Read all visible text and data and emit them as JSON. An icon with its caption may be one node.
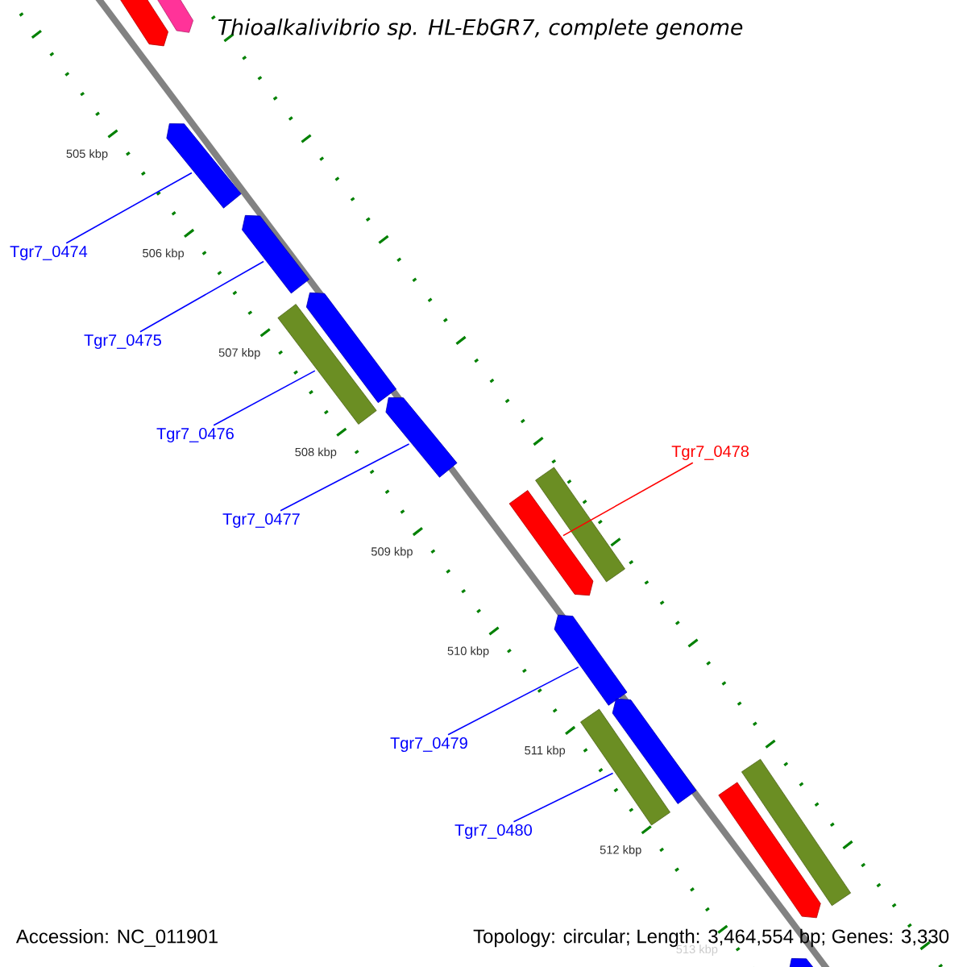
{
  "diagram": {
    "title": "Thioalkalivibrio sp. HL-EbGR7, complete genome",
    "nodes": [
      {
        "text": [
          "Tgr7_0474"
        ]
      },
      {
        "text": [
          "Tgr7_0475"
        ]
      },
      {
        "text": [
          "Tgr7_0476"
        ]
      },
      {
        "text": [
          "Tgr7_0478"
        ]
      },
      {
        "text": [
          "Tgr7_0477"
        ]
      },
      {
        "text": [
          "Tgr7_0479"
        ]
      },
      {
        "text": [
          "Tgr7_0480"
        ]
      },
      {
        "text": [],
        "shape": "arrow"
      },
      {
        "text": [],
        "shape": "arrow"
      },
      {
        "text": [],
        "shape": "arrow"
      },
      {
        "text": [],
        "shape": "arrow"
      },
      {
        "text": [],
        "shape": "arrow"
      },
      {
        "text": [],
        "shape": "bar"
      },
      {
        "text": [],
        "shape": "arrow"
      },
      {
        "text": [],
        "shape": "bar"
      },
      {
        "text": [],
        "shape": "arrow"
      },
      {
        "text": [],
        "shape": "arrow"
      },
      {
        "text": [],
        "shape": "arrow"
      },
      {
        "text": [],
        "shape": "bar"
      },
      {
        "text": [],
        "shape": "bar"
      },
      {
        "text": [],
        "shape": "arrow"
      },
      {
        "text": [],
        "shape": "arrow"
      }
    ],
    "edges": [
      {
        "from": 0,
        "to": 9,
        "arrow": "none"
      },
      {
        "from": 1,
        "to": 10,
        "arrow": "none"
      },
      {
        "from": 2,
        "to": 12,
        "arrow": "none"
      },
      {
        "from": 3,
        "to": 15,
        "arrow": "none",
        "color": "#ff0000"
      },
      {
        "from": 4,
        "to": 13,
        "arrow": "none"
      },
      {
        "from": 5,
        "to": 16,
        "arrow": "none"
      },
      {
        "from": 6,
        "to": 18,
        "arrow": "none"
      }
    ],
    "labels": [
      "505 kbp",
      "506 kbp",
      "507 kbp",
      "508 kbp",
      "509 kbp",
      "510 kbp",
      "511 kbp",
      "512 kbp",
      "513 kbp",
      "Accession: NC_011901",
      "Topology: circular; Length: 3,464,554 bp; Genes: 3,330"
    ]
  }
}
